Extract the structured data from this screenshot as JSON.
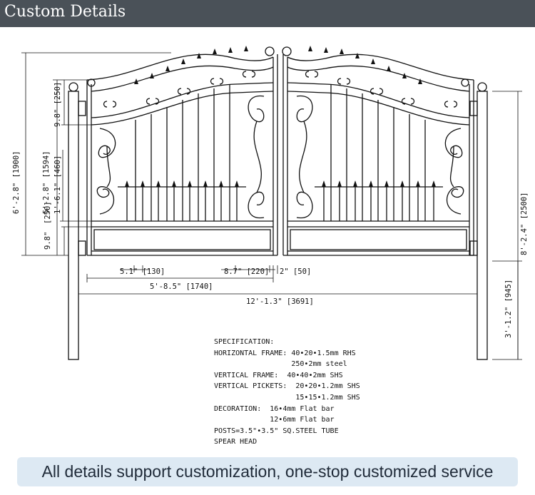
{
  "header": {
    "title": "Custom Details"
  },
  "dimensions": {
    "left": [
      {
        "text": "6'-2.8\" [1900]"
      },
      {
        "text": "5'-2.8\" [1594]"
      },
      {
        "text": "9.8\" [250]"
      },
      {
        "text": "1'-6.1\" [460]"
      },
      {
        "text": "[250]"
      },
      {
        "text": "9.8\""
      }
    ],
    "right": [
      {
        "text": "8'-2.4\" [2500]"
      },
      {
        "text": "3'-1.2\" [945]"
      }
    ],
    "bottom": [
      {
        "text": "5.1\" [130]"
      },
      {
        "text": "8.7\" [220]"
      },
      {
        "text": "2\" [50]"
      },
      {
        "text": "5'-8.5\" [1740]"
      },
      {
        "text": "12'-1.3\" [3691]"
      }
    ]
  },
  "specification": {
    "title": "SPECIFICATION:",
    "lines": [
      "HORIZONTAL FRAME: 40•20•1.5mm RHS",
      "                  250•2mm steel",
      "VERTICAL FRAME:  40•40•2mm SHS",
      "VERTICAL PICKETS:  20•20•1.2mm SHS",
      "                   15•15•1.2mm SHS",
      "DECORATION:  16•4mm Flat bar",
      "             12•6mm Flat bar",
      "POSTS=3.5\"•3.5\" SQ.STEEL TUBE",
      "SPEAR HEAD"
    ]
  },
  "footer": {
    "text": "All details support customization, one-stop customized service"
  }
}
